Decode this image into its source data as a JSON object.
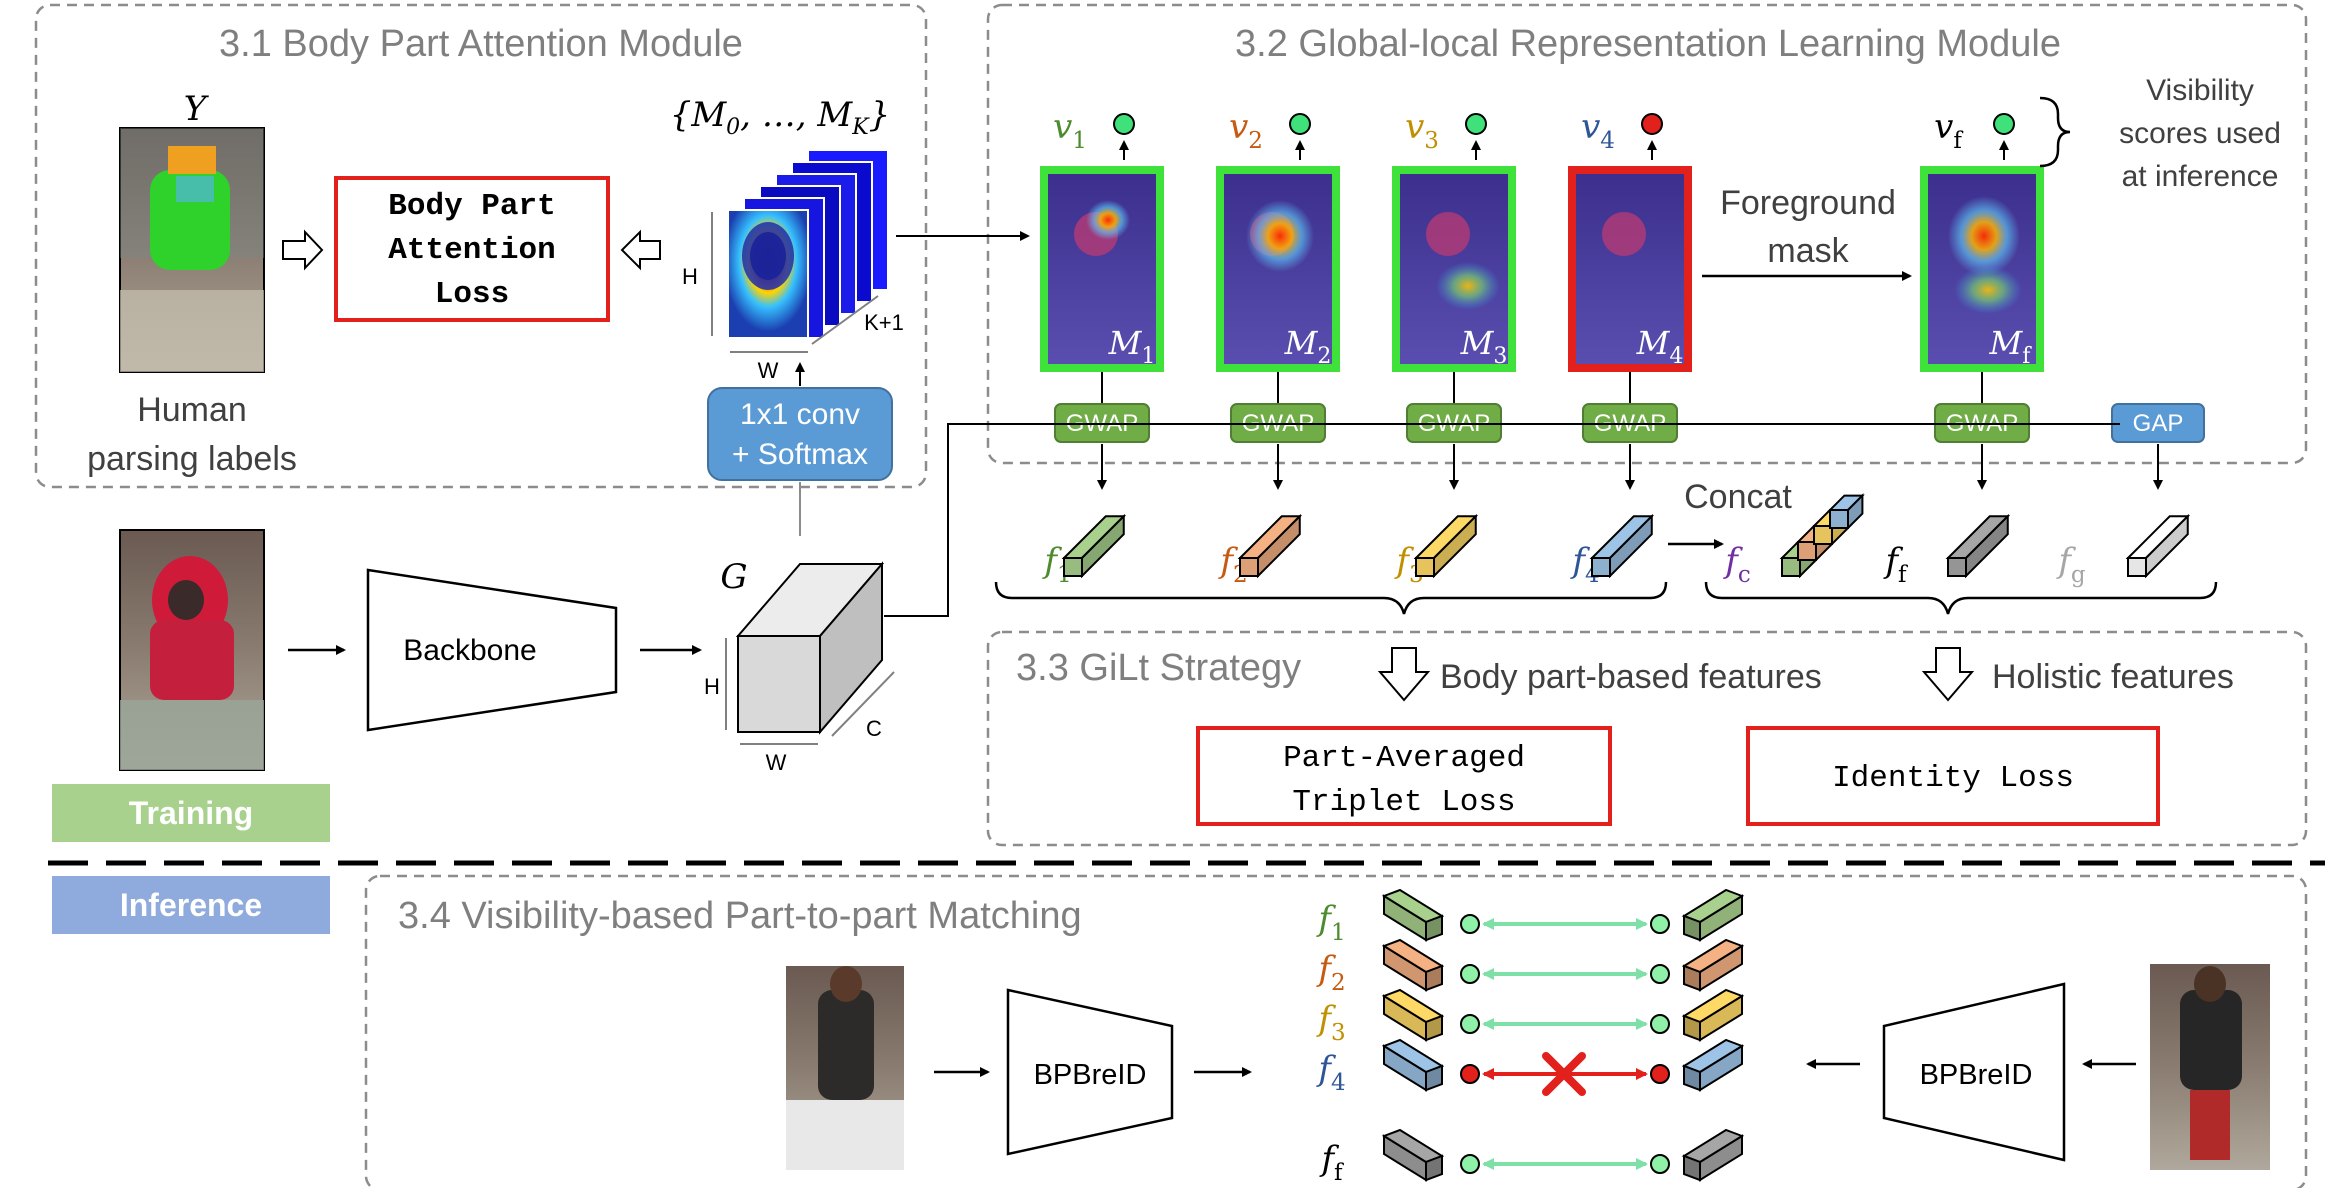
{
  "sections": {
    "s31": "3.1 Body Part Attention Module",
    "s32": "3.2 Global-local Representation Learning Module",
    "s33": "3.3 GiLt Strategy",
    "s34": "3.4 Visibility-based Part-to-part Matching"
  },
  "labels": {
    "y_label": "Y",
    "human_parsing_1": "Human",
    "human_parsing_2": "parsing labels",
    "bpa_loss_1": "Body Part",
    "bpa_loss_2": "Attention",
    "bpa_loss_3": "Loss",
    "maps_set": "{M0, …, MK}",
    "dim_h": "H",
    "dim_w": "W",
    "dim_k1": "K+1",
    "conv_1": "1x1 conv",
    "conv_2": "+ Softmax",
    "backbone": "Backbone",
    "g_label": "G",
    "dim_c": "C",
    "training": "Training",
    "inference": "Inference",
    "foreground_1": "Foreground",
    "foreground_2": "mask",
    "visibility_1": "Visibility",
    "visibility_2": "scores used",
    "visibility_3": "at inference",
    "concat": "Concat",
    "body_part_features": "Body part-based features",
    "holistic_features": "Holistic features",
    "triplet_1": "Part-Averaged",
    "triplet_2": "Triplet Loss",
    "identity_loss": "Identity Loss",
    "bpbreid_left": "BPBreID",
    "bpbreid_right": "BPBreID"
  },
  "parts": [
    {
      "v": "v",
      "vsub": "1",
      "m": "M",
      "msub": "1",
      "f": "f",
      "fsub": "1",
      "color": "#4e8a2e",
      "fill": "#a9d18e",
      "visible": true
    },
    {
      "v": "v",
      "vsub": "2",
      "m": "M",
      "msub": "2",
      "f": "f",
      "fsub": "2",
      "color": "#c55a11",
      "fill": "#f4b183",
      "visible": true
    },
    {
      "v": "v",
      "vsub": "3",
      "m": "M",
      "msub": "3",
      "f": "f",
      "fsub": "3",
      "color": "#bf9000",
      "fill": "#ffd966",
      "visible": true
    },
    {
      "v": "v",
      "vsub": "4",
      "m": "M",
      "msub": "4",
      "f": "f",
      "fsub": "4",
      "color": "#2e5597",
      "fill": "#9dc3e6",
      "visible": false
    }
  ],
  "foreground_part": {
    "v": "v",
    "vsub": "f",
    "m": "M",
    "msub": "f",
    "f": "f",
    "fsub": "f"
  },
  "extra_features": {
    "fc": "f",
    "fc_sub": "c",
    "fg": "f",
    "fg_sub": "g"
  },
  "pool_labels": {
    "gwap": "GWAP",
    "gap": "GAP"
  },
  "colors": {
    "section_border": "#8c8c8c",
    "section_title": "#7f7f7f",
    "loss_border": "#e2201c",
    "visible_border": "#3fe23a",
    "invisible_border": "#e2201c",
    "pool_fill": "#70ad47",
    "gap_fill": "#5b9bd5",
    "conv_fill": "#5b9bd5",
    "training_fill": "#a9d18e",
    "inference_fill": "#8faadc",
    "match_line": "#7ee0a6",
    "match_dot": "#8ff0a8",
    "no_match": "#e2201c",
    "fc_color": "#7030a0",
    "fg_color": "#a6a6a6"
  }
}
